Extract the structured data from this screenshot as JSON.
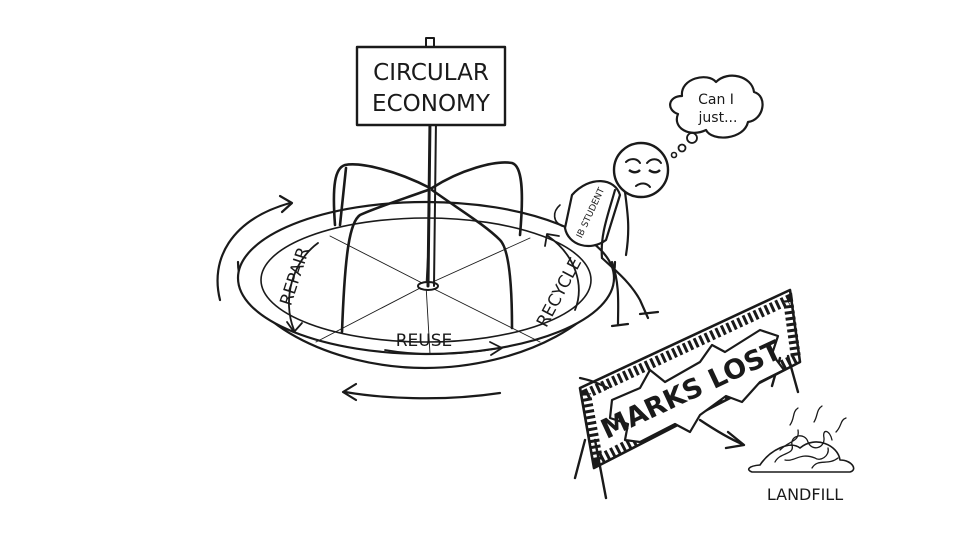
{
  "sign": {
    "line1": "CIRCULAR",
    "line2": "ECONOMY"
  },
  "ring_labels": {
    "repair": "REPAIR",
    "reuse": "REUSE",
    "recycle": "RECYCLE"
  },
  "student": {
    "backpack_label": "IB STUDENT",
    "thought_line1": "Can I",
    "thought_line2": "just..."
  },
  "barrier": {
    "label": "MARKS LOST"
  },
  "landfill": {
    "label": "LANDFILL"
  },
  "colors": {
    "ink": "#1a1a1a",
    "paper": "#ffffff"
  }
}
